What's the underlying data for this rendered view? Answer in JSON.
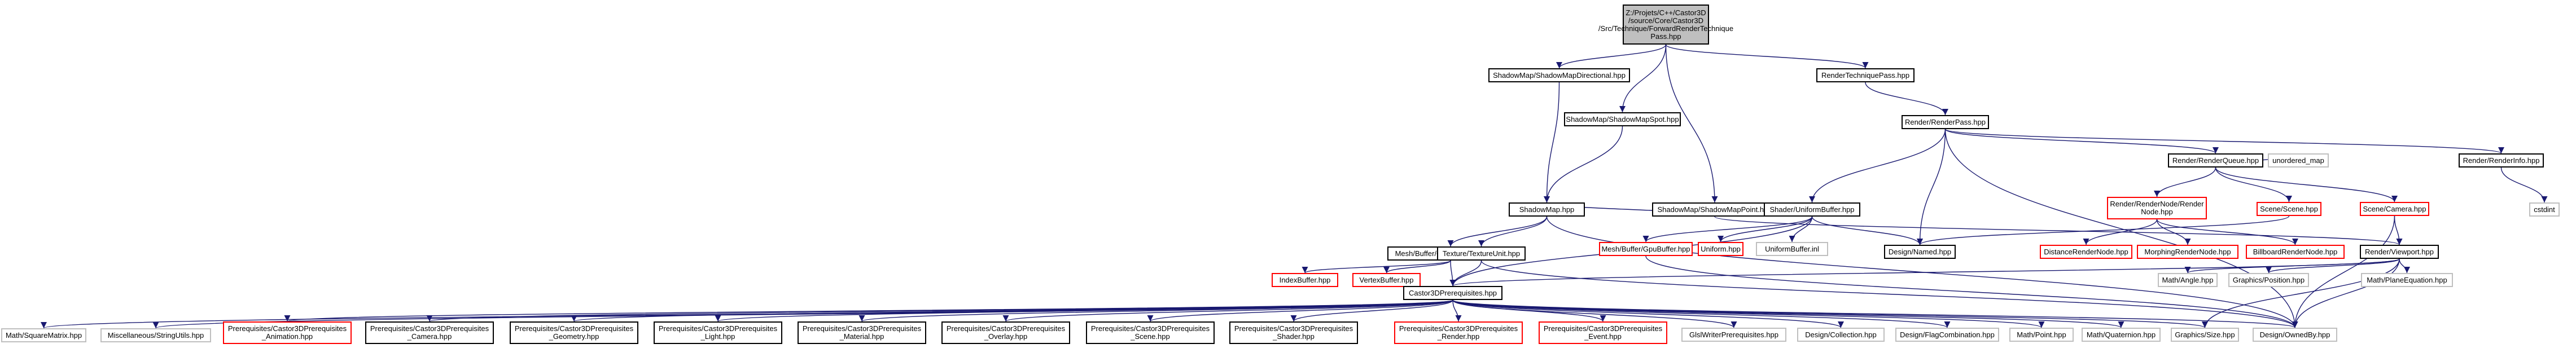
{
  "diagram": {
    "root": "Z:/Projets/C++/Castor3D\n/source/Core/Castor3D\n/Src/Technique/ForwardRenderTechnique\nPass.hpp",
    "edge_color": "#191970",
    "style_colors": {
      "gray": "#bfbfbf",
      "red": "#ff0000",
      "black": "#000000",
      "root_fill": "#bfbfbf"
    },
    "nodes": [
      {
        "id": "root",
        "label": "Z:/Projets/C++/Castor3D\n/source/Core/Castor3D\n/Src/Technique/ForwardRenderTechnique\nPass.hpp",
        "style": "root"
      },
      {
        "id": "sm_dir",
        "label": "ShadowMap/ShadowMapDirectional.hpp",
        "style": "black"
      },
      {
        "id": "rtp",
        "label": "RenderTechniquePass.hpp",
        "style": "black"
      },
      {
        "id": "sm_spot",
        "label": "ShadowMap/ShadowMapSpot.hpp",
        "style": "black"
      },
      {
        "id": "rp",
        "label": "Render/RenderPass.hpp",
        "style": "black"
      },
      {
        "id": "sm_point",
        "label": "ShadowMap/ShadowMapPoint.hpp",
        "style": "black"
      },
      {
        "id": "rq",
        "label": "Render/RenderQueue.hpp",
        "style": "black"
      },
      {
        "id": "umap",
        "label": "unordered_map",
        "style": "gray"
      },
      {
        "id": "rinfo",
        "label": "Render/RenderInfo.hpp",
        "style": "black"
      },
      {
        "id": "smap",
        "label": "ShadowMap.hpp",
        "style": "black"
      },
      {
        "id": "ub",
        "label": "Shader/UniformBuffer.hpp",
        "style": "black"
      },
      {
        "id": "rnode",
        "label": "Render/RenderNode/Render\nNode.hpp",
        "style": "red"
      },
      {
        "id": "scene",
        "label": "Scene/Scene.hpp",
        "style": "red"
      },
      {
        "id": "camera",
        "label": "Scene/Camera.hpp",
        "style": "red"
      },
      {
        "id": "cstdint",
        "label": "cstdint",
        "style": "gray"
      },
      {
        "id": "geobuf",
        "label": "Mesh/Buffer/GeometryBuffers.hpp",
        "style": "black"
      },
      {
        "id": "tex",
        "label": "Texture/TextureUnit.hpp",
        "style": "black"
      },
      {
        "id": "gpubuf",
        "label": "Mesh/Buffer/GpuBuffer.hpp",
        "style": "red"
      },
      {
        "id": "uniform",
        "label": "Uniform.hpp",
        "style": "red"
      },
      {
        "id": "ubinl",
        "label": "UniformBuffer.inl",
        "style": "gray"
      },
      {
        "id": "named",
        "label": "Design/Named.hpp",
        "style": "black"
      },
      {
        "id": "distnode",
        "label": "DistanceRenderNode.hpp",
        "style": "red"
      },
      {
        "id": "morphnode",
        "label": "MorphingRenderNode.hpp",
        "style": "red"
      },
      {
        "id": "billnode",
        "label": "BillboardRenderNode.hpp",
        "style": "red"
      },
      {
        "id": "viewport",
        "label": "Render/Viewport.hpp",
        "style": "black"
      },
      {
        "id": "ibuf",
        "label": "IndexBuffer.hpp",
        "style": "red"
      },
      {
        "id": "vbuf",
        "label": "VertexBuffer.hpp",
        "style": "red"
      },
      {
        "id": "angle",
        "label": "Math/Angle.hpp",
        "style": "gray"
      },
      {
        "id": "pos",
        "label": "Graphics/Position.hpp",
        "style": "gray"
      },
      {
        "id": "c3dp",
        "label": "Castor3DPrerequisites.hpp",
        "style": "black"
      },
      {
        "id": "plane",
        "label": "Math/PlaneEquation.hpp",
        "style": "gray"
      },
      {
        "id": "sqm",
        "label": "Math/SquareMatrix.hpp",
        "style": "gray"
      },
      {
        "id": "strutils",
        "label": "Miscellaneous/StringUtils.hpp",
        "style": "gray"
      },
      {
        "id": "p_anim",
        "label": "Prerequisites/Castor3DPrerequisites\n_Animation.hpp",
        "style": "red"
      },
      {
        "id": "p_cam",
        "label": "Prerequisites/Castor3DPrerequisites\n_Camera.hpp",
        "style": "black"
      },
      {
        "id": "p_geo",
        "label": "Prerequisites/Castor3DPrerequisites\n_Geometry.hpp",
        "style": "black"
      },
      {
        "id": "p_light",
        "label": "Prerequisites/Castor3DPrerequisites\n_Light.hpp",
        "style": "black"
      },
      {
        "id": "p_mat",
        "label": "Prerequisites/Castor3DPrerequisites\n_Material.hpp",
        "style": "black"
      },
      {
        "id": "p_ovl",
        "label": "Prerequisites/Castor3DPrerequisites\n_Overlay.hpp",
        "style": "black"
      },
      {
        "id": "p_scene",
        "label": "Prerequisites/Castor3DPrerequisites\n_Scene.hpp",
        "style": "black"
      },
      {
        "id": "p_shader",
        "label": "Prerequisites/Castor3DPrerequisites\n_Shader.hpp",
        "style": "black"
      },
      {
        "id": "p_render",
        "label": "Prerequisites/Castor3DPrerequisites\n_Render.hpp",
        "style": "red"
      },
      {
        "id": "p_event",
        "label": "Prerequisites/Castor3DPrerequisites\n_Event.hpp",
        "style": "red"
      },
      {
        "id": "glsl",
        "label": "GlslWriterPrerequisites.hpp",
        "style": "gray"
      },
      {
        "id": "coll",
        "label": "Design/Collection.hpp",
        "style": "gray"
      },
      {
        "id": "flag",
        "label": "Design/FlagCombination.hpp",
        "style": "gray"
      },
      {
        "id": "point",
        "label": "Math/Point.hpp",
        "style": "gray"
      },
      {
        "id": "quat",
        "label": "Math/Quaternion.hpp",
        "style": "gray"
      },
      {
        "id": "size",
        "label": "Graphics/Size.hpp",
        "style": "gray"
      },
      {
        "id": "ownedby",
        "label": "Design/OwnedBy.hpp",
        "style": "gray"
      }
    ],
    "edges": [
      [
        "root",
        "sm_dir"
      ],
      [
        "root",
        "rtp"
      ],
      [
        "root",
        "sm_spot"
      ],
      [
        "root",
        "sm_point"
      ],
      [
        "sm_dir",
        "smap"
      ],
      [
        "sm_spot",
        "smap"
      ],
      [
        "sm_point",
        "smap"
      ],
      [
        "sm_point",
        "viewport"
      ],
      [
        "rtp",
        "rp"
      ],
      [
        "rp",
        "rq"
      ],
      [
        "rp",
        "rinfo"
      ],
      [
        "rp",
        "ub"
      ],
      [
        "rp",
        "named"
      ],
      [
        "rp",
        "ownedby"
      ],
      [
        "rq",
        "umap"
      ],
      [
        "rq",
        "rnode"
      ],
      [
        "rq",
        "scene"
      ],
      [
        "rq",
        "camera"
      ],
      [
        "rinfo",
        "cstdint"
      ],
      [
        "smap",
        "geobuf"
      ],
      [
        "smap",
        "tex"
      ],
      [
        "smap",
        "ownedby"
      ],
      [
        "ub",
        "c3dp"
      ],
      [
        "ub",
        "gpubuf"
      ],
      [
        "ub",
        "uniform"
      ],
      [
        "ub",
        "ubinl"
      ],
      [
        "ub",
        "named"
      ],
      [
        "rnode",
        "distnode"
      ],
      [
        "rnode",
        "morphnode"
      ],
      [
        "rnode",
        "billnode"
      ],
      [
        "scene",
        "named"
      ],
      [
        "camera",
        "viewport"
      ],
      [
        "camera",
        "ownedby"
      ],
      [
        "geobuf",
        "ibuf"
      ],
      [
        "geobuf",
        "vbuf"
      ],
      [
        "geobuf",
        "c3dp"
      ],
      [
        "tex",
        "c3dp"
      ],
      [
        "tex",
        "ownedby"
      ],
      [
        "gpubuf",
        "ownedby"
      ],
      [
        "viewport",
        "c3dp"
      ],
      [
        "viewport",
        "angle"
      ],
      [
        "viewport",
        "pos"
      ],
      [
        "viewport",
        "plane"
      ],
      [
        "viewport",
        "size"
      ],
      [
        "viewport",
        "ownedby"
      ],
      [
        "c3dp",
        "sqm"
      ],
      [
        "c3dp",
        "strutils"
      ],
      [
        "c3dp",
        "p_anim"
      ],
      [
        "c3dp",
        "p_cam"
      ],
      [
        "c3dp",
        "p_geo"
      ],
      [
        "c3dp",
        "p_light"
      ],
      [
        "c3dp",
        "p_mat"
      ],
      [
        "c3dp",
        "p_ovl"
      ],
      [
        "c3dp",
        "p_scene"
      ],
      [
        "c3dp",
        "p_shader"
      ],
      [
        "c3dp",
        "p_render"
      ],
      [
        "c3dp",
        "p_event"
      ],
      [
        "c3dp",
        "glsl"
      ],
      [
        "c3dp",
        "coll"
      ],
      [
        "c3dp",
        "flag"
      ],
      [
        "c3dp",
        "point"
      ],
      [
        "c3dp",
        "quat"
      ],
      [
        "c3dp",
        "size"
      ],
      [
        "c3dp",
        "ownedby"
      ]
    ]
  }
}
